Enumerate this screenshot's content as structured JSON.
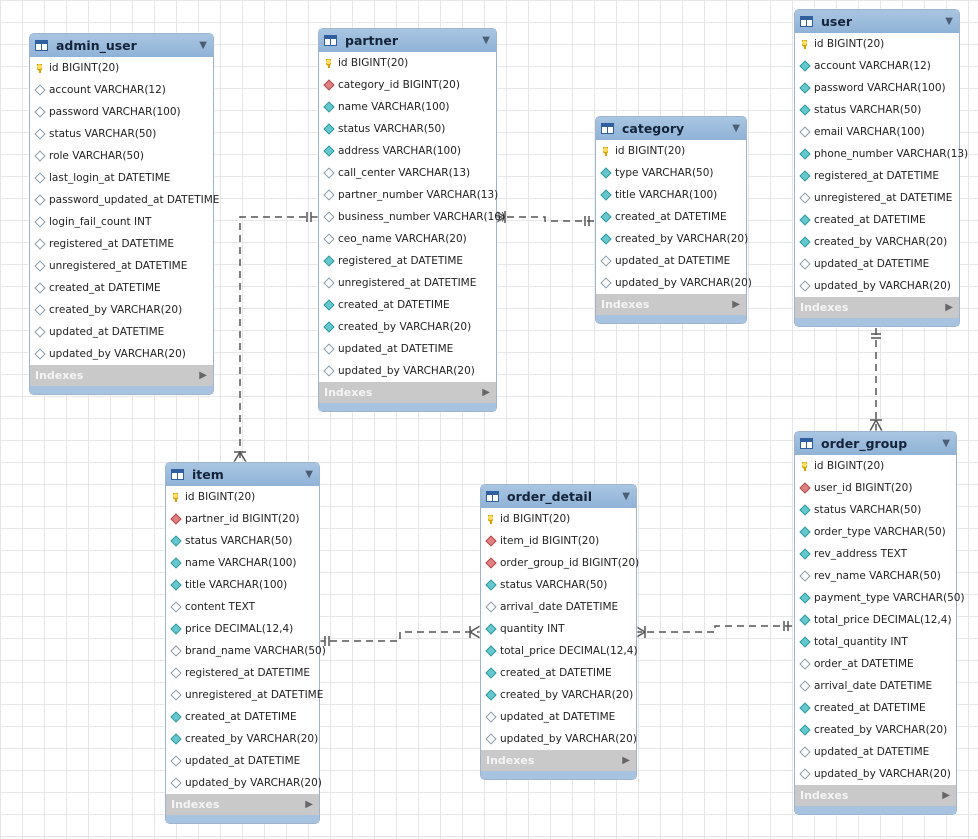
{
  "indexes_label": "Indexes",
  "tables": [
    {
      "key": "admin_user",
      "name": "admin_user",
      "columns": [
        {
          "icon": "pk",
          "text": "id BIGINT(20)"
        },
        {
          "icon": "nl",
          "text": "account VARCHAR(12)"
        },
        {
          "icon": "nl",
          "text": "password VARCHAR(100)"
        },
        {
          "icon": "nl",
          "text": "status VARCHAR(50)"
        },
        {
          "icon": "nl",
          "text": "role VARCHAR(50)"
        },
        {
          "icon": "nl",
          "text": "last_login_at DATETIME"
        },
        {
          "icon": "nl",
          "text": "password_updated_at DATETIME"
        },
        {
          "icon": "nl",
          "text": "login_fail_count INT"
        },
        {
          "icon": "nl",
          "text": "registered_at DATETIME"
        },
        {
          "icon": "nl",
          "text": "unregistered_at DATETIME"
        },
        {
          "icon": "nl",
          "text": "created_at DATETIME"
        },
        {
          "icon": "nl",
          "text": "created_by VARCHAR(20)"
        },
        {
          "icon": "nl",
          "text": "updated_at DATETIME"
        },
        {
          "icon": "nl",
          "text": "updated_by VARCHAR(20)"
        }
      ]
    },
    {
      "key": "partner",
      "name": "partner",
      "columns": [
        {
          "icon": "pk",
          "text": "id BIGINT(20)"
        },
        {
          "icon": "fk",
          "text": "category_id BIGINT(20)"
        },
        {
          "icon": "nn",
          "text": "name VARCHAR(100)"
        },
        {
          "icon": "nn",
          "text": "status VARCHAR(50)"
        },
        {
          "icon": "nn",
          "text": "address VARCHAR(100)"
        },
        {
          "icon": "nl",
          "text": "call_center VARCHAR(13)"
        },
        {
          "icon": "nl",
          "text": "partner_number VARCHAR(13)"
        },
        {
          "icon": "nl",
          "text": "business_number VARCHAR(16)"
        },
        {
          "icon": "nl",
          "text": "ceo_name VARCHAR(20)"
        },
        {
          "icon": "nn",
          "text": "registered_at DATETIME"
        },
        {
          "icon": "nl",
          "text": "unregistered_at DATETIME"
        },
        {
          "icon": "nn",
          "text": "created_at DATETIME"
        },
        {
          "icon": "nn",
          "text": "created_by VARCHAR(20)"
        },
        {
          "icon": "nl",
          "text": "updated_at DATETIME"
        },
        {
          "icon": "nl",
          "text": "updated_by VARCHAR(20)"
        }
      ]
    },
    {
      "key": "category",
      "name": "category",
      "columns": [
        {
          "icon": "pk",
          "text": "id BIGINT(20)"
        },
        {
          "icon": "nn",
          "text": "type VARCHAR(50)"
        },
        {
          "icon": "nn",
          "text": "title VARCHAR(100)"
        },
        {
          "icon": "nn",
          "text": "created_at DATETIME"
        },
        {
          "icon": "nn",
          "text": "created_by VARCHAR(20)"
        },
        {
          "icon": "nl",
          "text": "updated_at DATETIME"
        },
        {
          "icon": "nl",
          "text": "updated_by VARCHAR(20)"
        }
      ]
    },
    {
      "key": "user",
      "name": "user",
      "columns": [
        {
          "icon": "pk",
          "text": "id BIGINT(20)"
        },
        {
          "icon": "nn",
          "text": "account VARCHAR(12)"
        },
        {
          "icon": "nn",
          "text": "password VARCHAR(100)"
        },
        {
          "icon": "nn",
          "text": "status VARCHAR(50)"
        },
        {
          "icon": "nl",
          "text": "email VARCHAR(100)"
        },
        {
          "icon": "nn",
          "text": "phone_number VARCHAR(13)"
        },
        {
          "icon": "nn",
          "text": "registered_at DATETIME"
        },
        {
          "icon": "nl",
          "text": "unregistered_at DATETIME"
        },
        {
          "icon": "nn",
          "text": "created_at DATETIME"
        },
        {
          "icon": "nn",
          "text": "created_by VARCHAR(20)"
        },
        {
          "icon": "nl",
          "text": "updated_at DATETIME"
        },
        {
          "icon": "nl",
          "text": "updated_by VARCHAR(20)"
        }
      ]
    },
    {
      "key": "item",
      "name": "item",
      "columns": [
        {
          "icon": "pk",
          "text": "id BIGINT(20)"
        },
        {
          "icon": "fk",
          "text": "partner_id BIGINT(20)"
        },
        {
          "icon": "nn",
          "text": "status VARCHAR(50)"
        },
        {
          "icon": "nn",
          "text": "name VARCHAR(100)"
        },
        {
          "icon": "nn",
          "text": "title VARCHAR(100)"
        },
        {
          "icon": "nl",
          "text": "content TEXT"
        },
        {
          "icon": "nn",
          "text": "price DECIMAL(12,4)"
        },
        {
          "icon": "nl",
          "text": "brand_name VARCHAR(50)"
        },
        {
          "icon": "nl",
          "text": "registered_at DATETIME"
        },
        {
          "icon": "nl",
          "text": "unregistered_at DATETIME"
        },
        {
          "icon": "nn",
          "text": "created_at DATETIME"
        },
        {
          "icon": "nn",
          "text": "created_by VARCHAR(20)"
        },
        {
          "icon": "nl",
          "text": "updated_at DATETIME"
        },
        {
          "icon": "nl",
          "text": "updated_by VARCHAR(20)"
        }
      ]
    },
    {
      "key": "order_detail",
      "name": "order_detail",
      "columns": [
        {
          "icon": "pk",
          "text": "id BIGINT(20)"
        },
        {
          "icon": "fk",
          "text": "item_id BIGINT(20)"
        },
        {
          "icon": "fk",
          "text": "order_group_id BIGINT(20)"
        },
        {
          "icon": "nn",
          "text": "status VARCHAR(50)"
        },
        {
          "icon": "nl",
          "text": "arrival_date DATETIME"
        },
        {
          "icon": "nn",
          "text": "quantity INT"
        },
        {
          "icon": "nn",
          "text": "total_price DECIMAL(12,4)"
        },
        {
          "icon": "nn",
          "text": "created_at DATETIME"
        },
        {
          "icon": "nn",
          "text": "created_by VARCHAR(20)"
        },
        {
          "icon": "nl",
          "text": "updated_at DATETIME"
        },
        {
          "icon": "nl",
          "text": "updated_by VARCHAR(20)"
        }
      ]
    },
    {
      "key": "order_group",
      "name": "order_group",
      "columns": [
        {
          "icon": "pk",
          "text": "id BIGINT(20)"
        },
        {
          "icon": "fk",
          "text": "user_id BIGINT(20)"
        },
        {
          "icon": "nn",
          "text": "status VARCHAR(50)"
        },
        {
          "icon": "nn",
          "text": "order_type VARCHAR(50)"
        },
        {
          "icon": "nn",
          "text": "rev_address TEXT"
        },
        {
          "icon": "nl",
          "text": "rev_name VARCHAR(50)"
        },
        {
          "icon": "nn",
          "text": "payment_type VARCHAR(50)"
        },
        {
          "icon": "nn",
          "text": "total_price DECIMAL(12,4)"
        },
        {
          "icon": "nn",
          "text": "total_quantity INT"
        },
        {
          "icon": "nl",
          "text": "order_at DATETIME"
        },
        {
          "icon": "nl",
          "text": "arrival_date DATETIME"
        },
        {
          "icon": "nn",
          "text": "created_at DATETIME"
        },
        {
          "icon": "nn",
          "text": "created_by VARCHAR(20)"
        },
        {
          "icon": "nl",
          "text": "updated_at DATETIME"
        },
        {
          "icon": "nl",
          "text": "updated_by VARCHAR(20)"
        }
      ]
    }
  ],
  "relationships": [
    {
      "from": "partner",
      "to": "item",
      "type": "one-to-many"
    },
    {
      "from": "category",
      "to": "partner",
      "type": "one-to-many"
    },
    {
      "from": "user",
      "to": "order_group",
      "type": "one-to-many"
    },
    {
      "from": "item",
      "to": "order_detail",
      "type": "one-to-many"
    },
    {
      "from": "order_group",
      "to": "order_detail",
      "type": "one-to-many"
    }
  ],
  "colors": {
    "header": "#98b9da",
    "line": "#555555",
    "indexes_bar": "#c9c9c9"
  }
}
